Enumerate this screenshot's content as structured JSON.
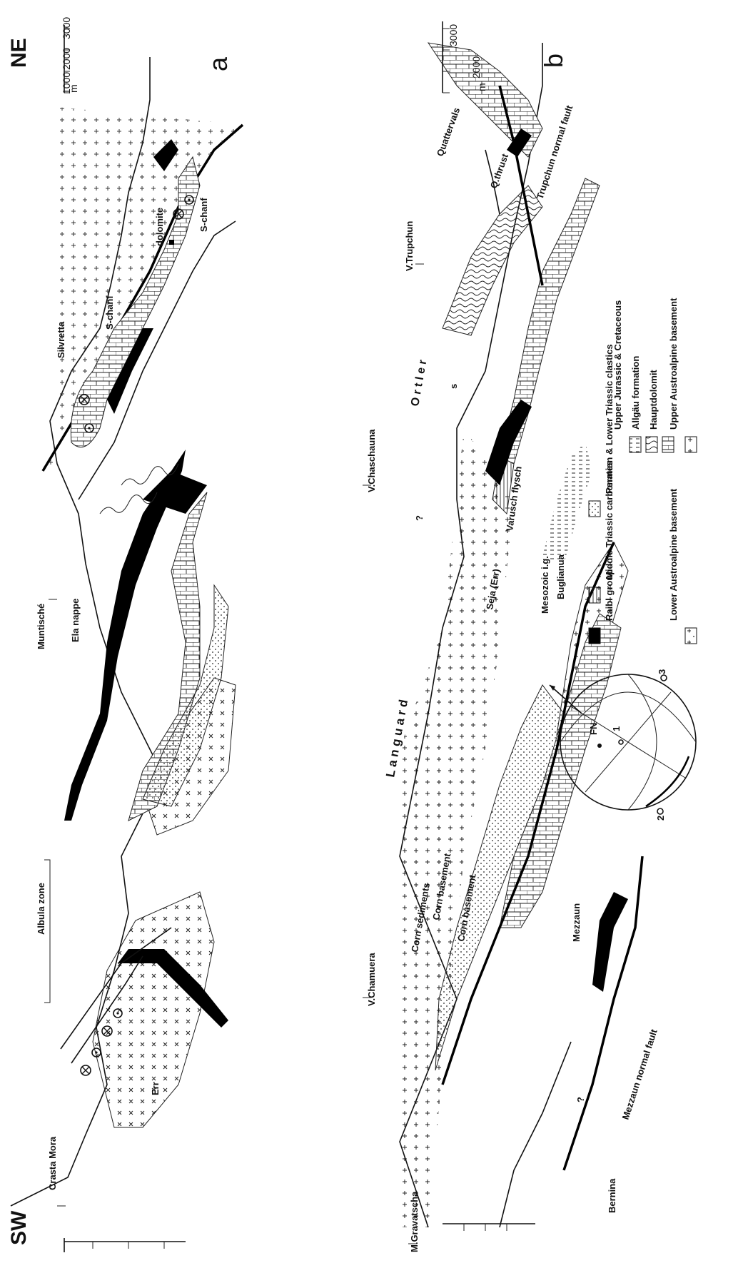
{
  "orientation": {
    "left": "SW",
    "right": "NE"
  },
  "panel_a": {
    "letter": "a",
    "scale_unit": "m",
    "scale_ticks": [
      "3000",
      "2000",
      "1000"
    ],
    "labels": {
      "crasta_mora": "Crasta Mora",
      "albula_zone": "Albula zone",
      "muntische": "Muntisché",
      "ela_nappe": "Ela nappe",
      "err": "Err",
      "silvretta": "Silvretta",
      "s_chanf_upper": "S-chanf",
      "dolomite": "dolomite",
      "s_chanf_lower": "S-chanf"
    }
  },
  "panel_b": {
    "letter": "b",
    "scale_unit": "m",
    "scale_ticks": [
      "3000",
      "2000"
    ],
    "labels": {
      "m_gravatscha": "M.Gravatscha",
      "v_chamuera": "V.Chamuera",
      "v_chaschauna": "V.Chaschauna",
      "v_trupchun": "V.Trupchun",
      "quattervals": "Quattervals",
      "q_thrust": "Q.thrust",
      "trupchun_fault": "Trupchun normal fault",
      "ortler": "O r t l e r",
      "s_mark": "s",
      "languard": "L a n g u a r d",
      "corn_sediments": "Corn sediments",
      "corn_basement_1": "Corn basement",
      "corn_basement_2": "Corn basement",
      "seja": "Seja (Err)",
      "varusch": "Varusch flysch",
      "mesozoic": "Mesozoic i.g.",
      "buglianua": "Buglianua",
      "mezzaun": "Mezzaun",
      "mezzaun_fault": "Mezzaun normal fault",
      "bernina": "Bernina",
      "question_1": "?",
      "question_2": "?"
    },
    "stereonet": {
      "fn": "FN",
      "p1": "1",
      "p2": "2",
      "p3": "3"
    }
  },
  "legend": [
    {
      "key": "raibl",
      "label": "Raibl group",
      "pattern": "solid-black"
    },
    {
      "key": "middle_triassic",
      "label": "Middle Triassic carbonates",
      "pattern": "vertical-lines"
    },
    {
      "key": "permian",
      "label": "Permian & Lower Triassic clastics",
      "pattern": "dots"
    },
    {
      "key": "lower_basement",
      "label": "Lower Austroalpine basement",
      "pattern": "crosses-dots"
    },
    {
      "key": "upper_jurassic",
      "label": "Upper Jurassic & Cretaceous",
      "pattern": "dashes"
    },
    {
      "key": "allgau",
      "label": "Allgäu formation",
      "pattern": "wavy-lines"
    },
    {
      "key": "hauptdolomit",
      "label": "Hauptdolomit",
      "pattern": "bricks"
    },
    {
      "key": "upper_basement",
      "label": "Upper Austroalpine basement",
      "pattern": "crosses"
    }
  ]
}
